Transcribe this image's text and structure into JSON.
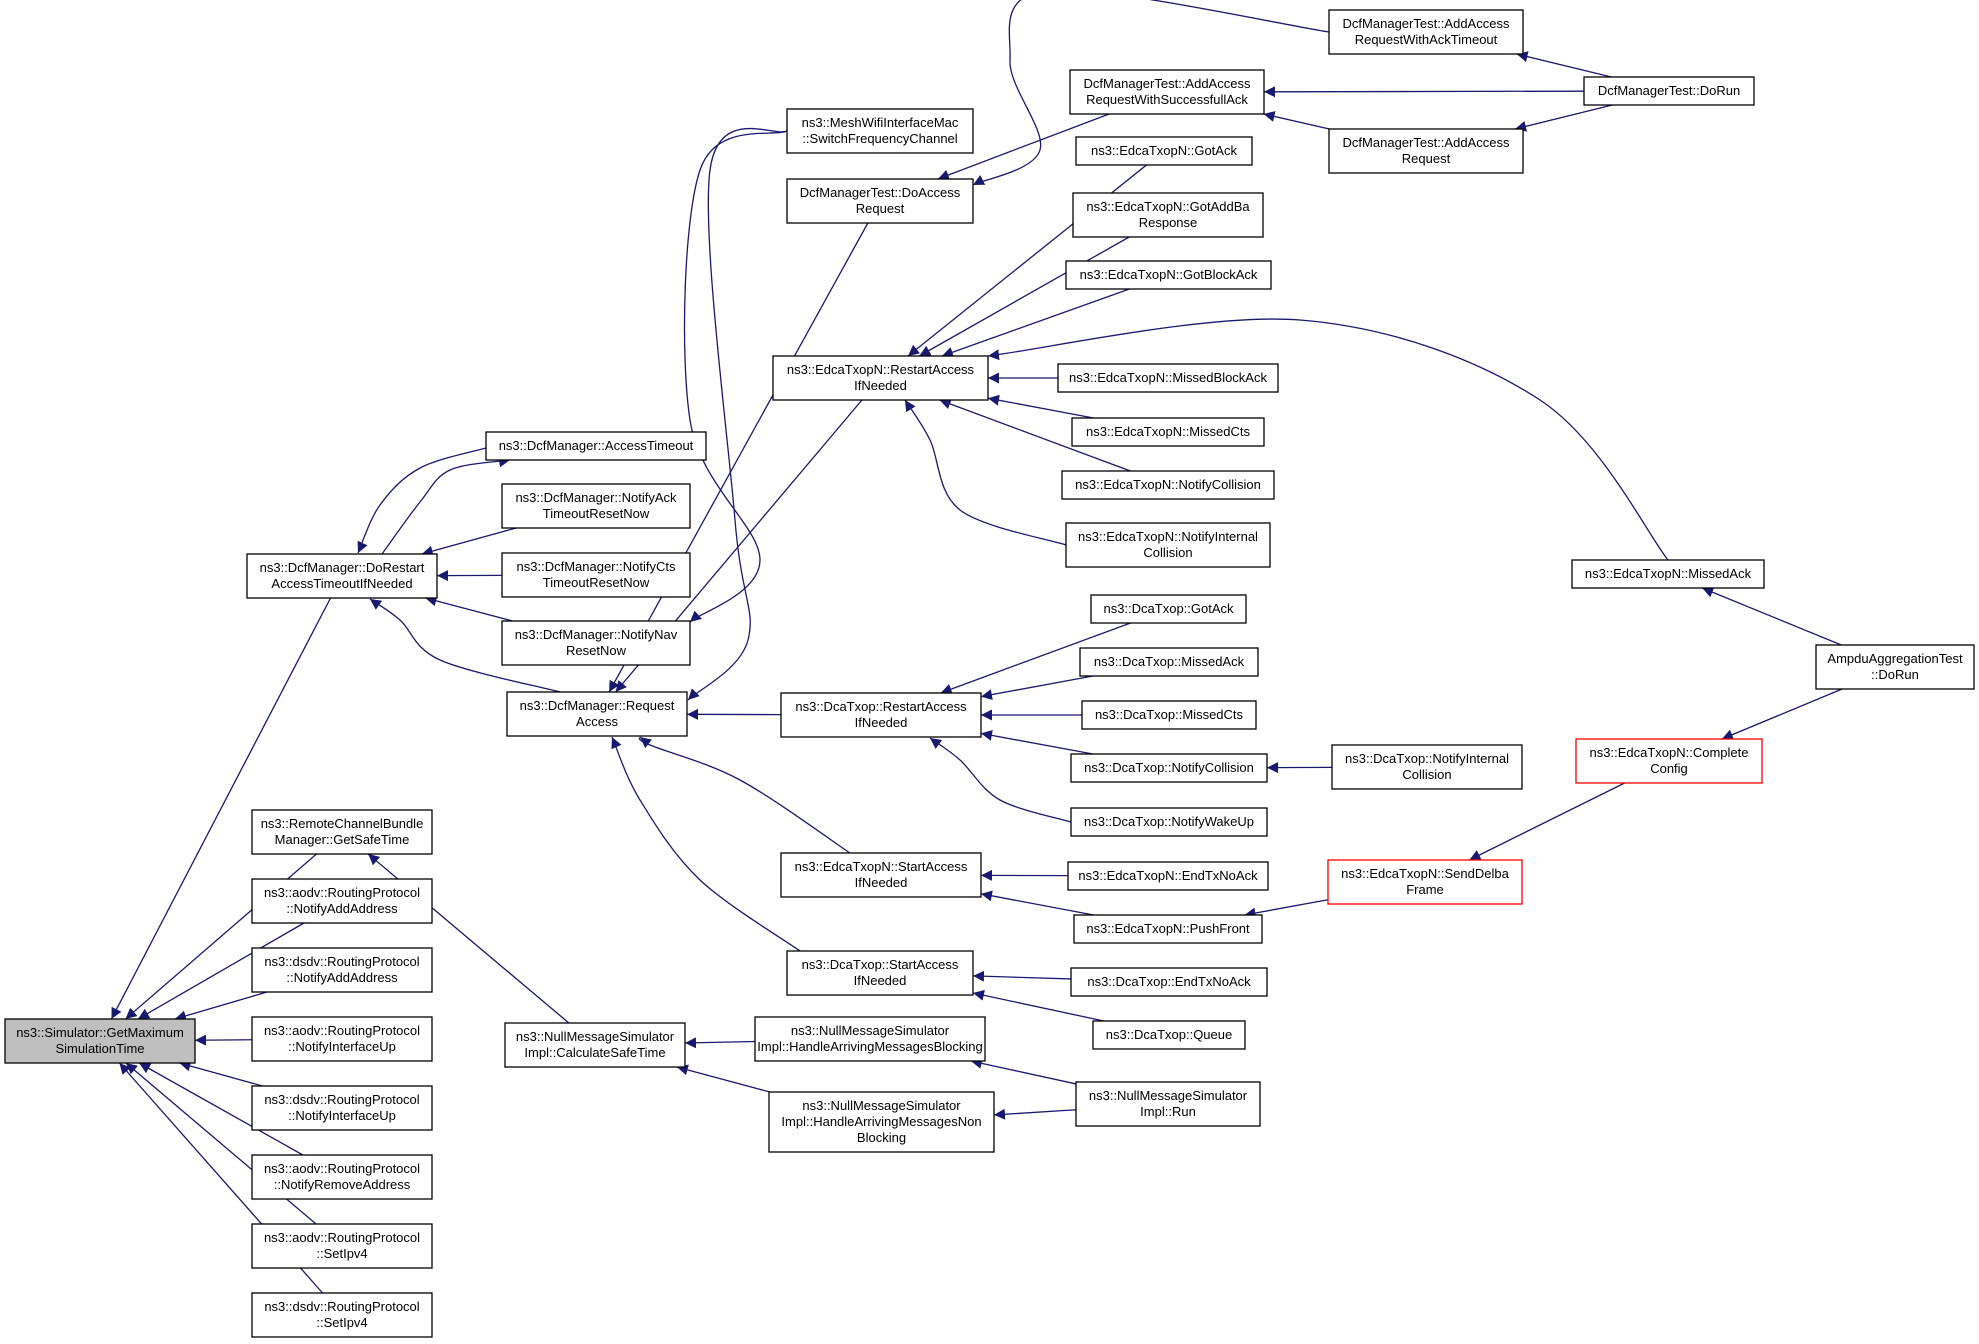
{
  "colors": {
    "edge": "#191970",
    "node_border": "#000000",
    "node_border_truncated": "#ff0000",
    "root_fill": "#bfbfbf",
    "node_fill": "#ffffff"
  },
  "nodes": {
    "root": {
      "lines": [
        "ns3::Simulator::GetMaximum",
        "SimulationTime"
      ],
      "highlight": true
    },
    "dcfDoRestart": {
      "lines": [
        "ns3::DcfManager::DoRestart",
        "AccessTimeoutIfNeeded"
      ]
    },
    "rcbGetSafeTime": {
      "lines": [
        "ns3::RemoteChannelBundle",
        "Manager::GetSafeTime"
      ]
    },
    "aodvNotifyAdd": {
      "lines": [
        "ns3::aodv::RoutingProtocol",
        "::NotifyAddAddress"
      ]
    },
    "dsdvNotifyAdd": {
      "lines": [
        "ns3::dsdv::RoutingProtocol",
        "::NotifyAddAddress"
      ]
    },
    "aodvIfUp": {
      "lines": [
        "ns3::aodv::RoutingProtocol",
        "::NotifyInterfaceUp"
      ]
    },
    "dsdvIfUp": {
      "lines": [
        "ns3::dsdv::RoutingProtocol",
        "::NotifyInterfaceUp"
      ]
    },
    "aodvRemove": {
      "lines": [
        "ns3::aodv::RoutingProtocol",
        "::NotifyRemoveAddress"
      ]
    },
    "aodvSetIpv4": {
      "lines": [
        "ns3::aodv::RoutingProtocol",
        "::SetIpv4"
      ]
    },
    "dsdvSetIpv4": {
      "lines": [
        "ns3::dsdv::RoutingProtocol",
        "::SetIpv4"
      ]
    },
    "dcfAccessTimeout": {
      "lines": [
        "ns3::DcfManager::AccessTimeout"
      ]
    },
    "dcfNotifyAck": {
      "lines": [
        "ns3::DcfManager::NotifyAck",
        "TimeoutResetNow"
      ]
    },
    "dcfNotifyCts": {
      "lines": [
        "ns3::DcfManager::NotifyCts",
        "TimeoutResetNow"
      ]
    },
    "dcfNotifyNav": {
      "lines": [
        "ns3::DcfManager::NotifyNav",
        "ResetNow"
      ]
    },
    "dcfRequestAccess": {
      "lines": [
        "ns3::DcfManager::Request",
        "Access"
      ]
    },
    "nmsCalcSafe": {
      "lines": [
        "ns3::NullMessageSimulator",
        "Impl::CalculateSafeTime"
      ]
    },
    "meshSwitch": {
      "lines": [
        "ns3::MeshWifiInterfaceMac",
        "::SwitchFrequencyChannel"
      ]
    },
    "dcfmtDoAccess": {
      "lines": [
        "DcfManagerTest::DoAccess",
        "Request"
      ]
    },
    "edcaRestart": {
      "lines": [
        "ns3::EdcaTxopN::RestartAccess",
        "IfNeeded"
      ]
    },
    "dcaRestart": {
      "lines": [
        "ns3::DcaTxop::RestartAccess",
        "IfNeeded"
      ]
    },
    "edcaStart": {
      "lines": [
        "ns3::EdcaTxopN::StartAccess",
        "IfNeeded"
      ]
    },
    "dcaStart": {
      "lines": [
        "ns3::DcaTxop::StartAccess",
        "IfNeeded"
      ]
    },
    "nmsHandleBlocking": {
      "lines": [
        "ns3::NullMessageSimulator",
        "Impl::HandleArrivingMessagesBlocking"
      ]
    },
    "nmsHandleNonBlocking": {
      "lines": [
        "ns3::NullMessageSimulator",
        "Impl::HandleArrivingMessagesNon",
        "Blocking"
      ]
    },
    "dcfmtAddTimeout": {
      "lines": [
        "DcfManagerTest::AddAccess",
        "RequestWithAckTimeout"
      ]
    },
    "dcfmtAddSuccess": {
      "lines": [
        "DcfManagerTest::AddAccess",
        "RequestWithSuccessfullAck"
      ]
    },
    "dcfmtAddRequest": {
      "lines": [
        "DcfManagerTest::AddAccess",
        "Request"
      ]
    },
    "dcfmtDoRun": {
      "lines": [
        "DcfManagerTest::DoRun"
      ]
    },
    "edcaGotAck": {
      "lines": [
        "ns3::EdcaTxopN::GotAck"
      ]
    },
    "edcaGotAddBa": {
      "lines": [
        "ns3::EdcaTxopN::GotAddBa",
        "Response"
      ]
    },
    "edcaGotBlockAck": {
      "lines": [
        "ns3::EdcaTxopN::GotBlockAck"
      ]
    },
    "edcaMissedBlockAck": {
      "lines": [
        "ns3::EdcaTxopN::MissedBlockAck"
      ]
    },
    "edcaMissedCts": {
      "lines": [
        "ns3::EdcaTxopN::MissedCts"
      ]
    },
    "edcaNotifyCollision": {
      "lines": [
        "ns3::EdcaTxopN::NotifyCollision"
      ]
    },
    "edcaNotifyInternal": {
      "lines": [
        "ns3::EdcaTxopN::NotifyInternal",
        "Collision"
      ]
    },
    "edcaMissedAck": {
      "lines": [
        "ns3::EdcaTxopN::MissedAck"
      ]
    },
    "ampduDoRun": {
      "lines": [
        "AmpduAggregationTest",
        "::DoRun"
      ]
    },
    "dcaGotAck": {
      "lines": [
        "ns3::DcaTxop::GotAck"
      ]
    },
    "dcaMissedAck": {
      "lines": [
        "ns3::DcaTxop::MissedAck"
      ]
    },
    "dcaMissedCts": {
      "lines": [
        "ns3::DcaTxop::MissedCts"
      ]
    },
    "dcaNotifyCollision": {
      "lines": [
        "ns3::DcaTxop::NotifyCollision"
      ]
    },
    "dcaNotifyWakeUp": {
      "lines": [
        "ns3::DcaTxop::NotifyWakeUp"
      ]
    },
    "dcaNotifyInternal": {
      "lines": [
        "ns3::DcaTxop::NotifyInternal",
        "Collision"
      ]
    },
    "edcaEndTxNoAck": {
      "lines": [
        "ns3::EdcaTxopN::EndTxNoAck"
      ]
    },
    "edcaPushFront": {
      "lines": [
        "ns3::EdcaTxopN::PushFront"
      ]
    },
    "edcaSendDelba": {
      "lines": [
        "ns3::EdcaTxopN::SendDelba",
        "Frame"
      ],
      "truncated": true
    },
    "edcaCompleteConfig": {
      "lines": [
        "ns3::EdcaTxopN::Complete",
        "Config"
      ],
      "truncated": true
    },
    "dcaEndTxNoAck": {
      "lines": [
        "ns3::DcaTxop::EndTxNoAck"
      ]
    },
    "dcaQueue": {
      "lines": [
        "ns3::DcaTxop::Queue"
      ]
    },
    "nmsRun": {
      "lines": [
        "ns3::NullMessageSimulator",
        "Impl::Run"
      ]
    }
  },
  "edges": [
    {
      "from": "dcfDoRestart",
      "to": "root"
    },
    {
      "from": "rcbGetSafeTime",
      "to": "root"
    },
    {
      "from": "aodvNotifyAdd",
      "to": "root"
    },
    {
      "from": "dsdvNotifyAdd",
      "to": "root"
    },
    {
      "from": "aodvIfUp",
      "to": "root"
    },
    {
      "from": "dsdvIfUp",
      "to": "root"
    },
    {
      "from": "aodvRemove",
      "to": "root"
    },
    {
      "from": "aodvSetIpv4",
      "to": "root"
    },
    {
      "from": "dsdvSetIpv4",
      "to": "root"
    },
    {
      "from": "dcfAccessTimeout",
      "to": "dcfDoRestart"
    },
    {
      "from": "dcfDoRestart",
      "to": "dcfAccessTimeout"
    },
    {
      "from": "dcfNotifyAck",
      "to": "dcfDoRestart"
    },
    {
      "from": "dcfNotifyCts",
      "to": "dcfDoRestart"
    },
    {
      "from": "dcfNotifyNav",
      "to": "dcfDoRestart"
    },
    {
      "from": "dcfRequestAccess",
      "to": "dcfDoRestart"
    },
    {
      "from": "meshSwitch",
      "to": "dcfNotifyNav"
    },
    {
      "from": "nmsCalcSafe",
      "to": "rcbGetSafeTime"
    },
    {
      "from": "meshSwitch",
      "to": "dcfRequestAccess"
    },
    {
      "from": "dcfmtDoAccess",
      "to": "dcfRequestAccess"
    },
    {
      "from": "edcaRestart",
      "to": "dcfRequestAccess"
    },
    {
      "from": "dcaRestart",
      "to": "dcfRequestAccess"
    },
    {
      "from": "edcaStart",
      "to": "dcfRequestAccess"
    },
    {
      "from": "dcaStart",
      "to": "dcfRequestAccess"
    },
    {
      "from": "nmsHandleBlocking",
      "to": "nmsCalcSafe"
    },
    {
      "from": "nmsHandleNonBlocking",
      "to": "nmsCalcSafe"
    },
    {
      "from": "dcfmtAddTimeout",
      "to": "dcfmtDoAccess"
    },
    {
      "from": "dcfmtAddSuccess",
      "to": "dcfmtDoAccess"
    },
    {
      "from": "dcfmtDoRun",
      "to": "dcfmtAddTimeout"
    },
    {
      "from": "dcfmtDoRun",
      "to": "dcfmtAddSuccess"
    },
    {
      "from": "dcfmtDoRun",
      "to": "dcfmtAddRequest"
    },
    {
      "from": "dcfmtAddRequest",
      "to": "dcfmtAddSuccess"
    },
    {
      "from": "edcaGotAck",
      "to": "edcaRestart"
    },
    {
      "from": "edcaGotAddBa",
      "to": "edcaRestart"
    },
    {
      "from": "edcaGotBlockAck",
      "to": "edcaRestart"
    },
    {
      "from": "edcaMissedAck",
      "to": "edcaRestart"
    },
    {
      "from": "edcaMissedBlockAck",
      "to": "edcaRestart"
    },
    {
      "from": "edcaMissedCts",
      "to": "edcaRestart"
    },
    {
      "from": "edcaNotifyCollision",
      "to": "edcaRestart"
    },
    {
      "from": "edcaNotifyInternal",
      "to": "edcaRestart"
    },
    {
      "from": "ampduDoRun",
      "to": "edcaMissedAck"
    },
    {
      "from": "dcaGotAck",
      "to": "dcaRestart"
    },
    {
      "from": "dcaMissedAck",
      "to": "dcaRestart"
    },
    {
      "from": "dcaMissedCts",
      "to": "dcaRestart"
    },
    {
      "from": "dcaNotifyCollision",
      "to": "dcaRestart"
    },
    {
      "from": "dcaNotifyWakeUp",
      "to": "dcaRestart"
    },
    {
      "from": "dcaNotifyInternal",
      "to": "dcaNotifyCollision"
    },
    {
      "from": "edcaEndTxNoAck",
      "to": "edcaStart"
    },
    {
      "from": "edcaPushFront",
      "to": "edcaStart"
    },
    {
      "from": "edcaSendDelba",
      "to": "edcaPushFront"
    },
    {
      "from": "edcaCompleteConfig",
      "to": "edcaSendDelba"
    },
    {
      "from": "ampduDoRun",
      "to": "edcaCompleteConfig"
    },
    {
      "from": "dcaEndTxNoAck",
      "to": "dcaStart"
    },
    {
      "from": "dcaQueue",
      "to": "dcaStart"
    },
    {
      "from": "nmsRun",
      "to": "nmsHandleBlocking"
    },
    {
      "from": "nmsRun",
      "to": "nmsHandleNonBlocking"
    }
  ]
}
